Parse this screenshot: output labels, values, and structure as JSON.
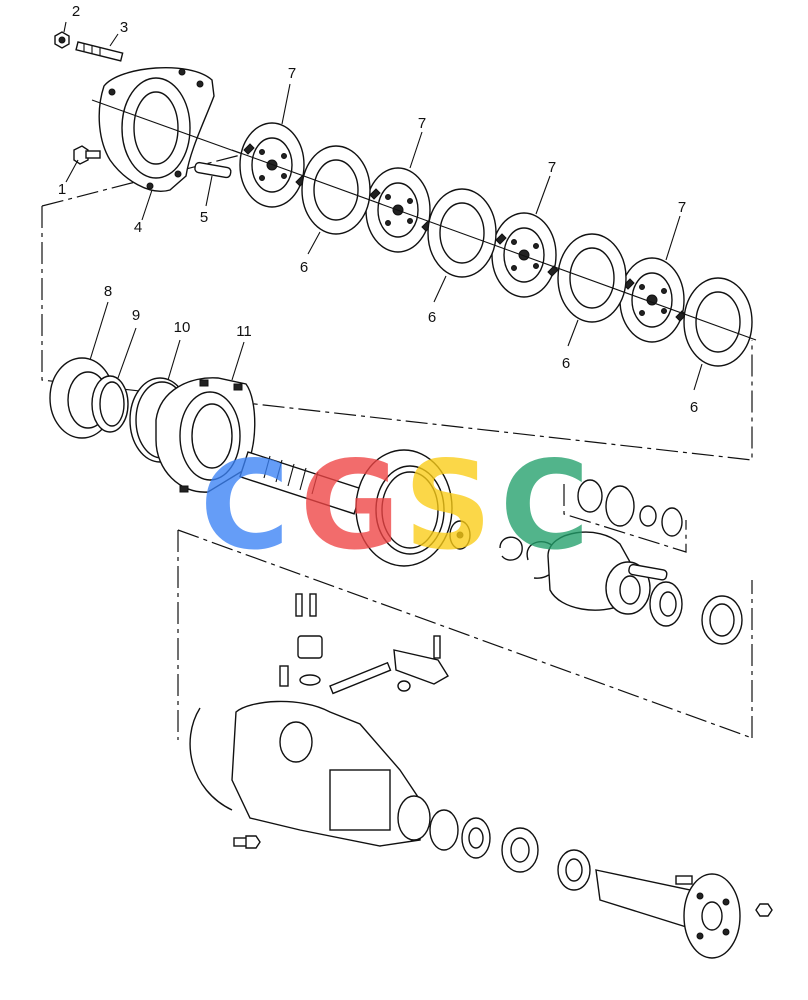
{
  "diagram": {
    "callouts": [
      {
        "id": "c1",
        "text": "1"
      },
      {
        "id": "c2",
        "text": "2"
      },
      {
        "id": "c3",
        "text": "3"
      },
      {
        "id": "c4",
        "text": "4"
      },
      {
        "id": "c5",
        "text": "5"
      },
      {
        "id": "c6a",
        "text": "6"
      },
      {
        "id": "c6b",
        "text": "6"
      },
      {
        "id": "c6c",
        "text": "6"
      },
      {
        "id": "c6d",
        "text": "6"
      },
      {
        "id": "c7a",
        "text": "7"
      },
      {
        "id": "c7b",
        "text": "7"
      },
      {
        "id": "c7c",
        "text": "7"
      },
      {
        "id": "c7d",
        "text": "7"
      },
      {
        "id": "c8",
        "text": "8"
      },
      {
        "id": "c9",
        "text": "9"
      },
      {
        "id": "c10",
        "text": "10"
      },
      {
        "id": "c11",
        "text": "11"
      }
    ],
    "watermark": {
      "text": "CGSC",
      "colors": [
        "#3b82f6",
        "#ef4444",
        "#facc15",
        "#22a06b"
      ]
    }
  }
}
